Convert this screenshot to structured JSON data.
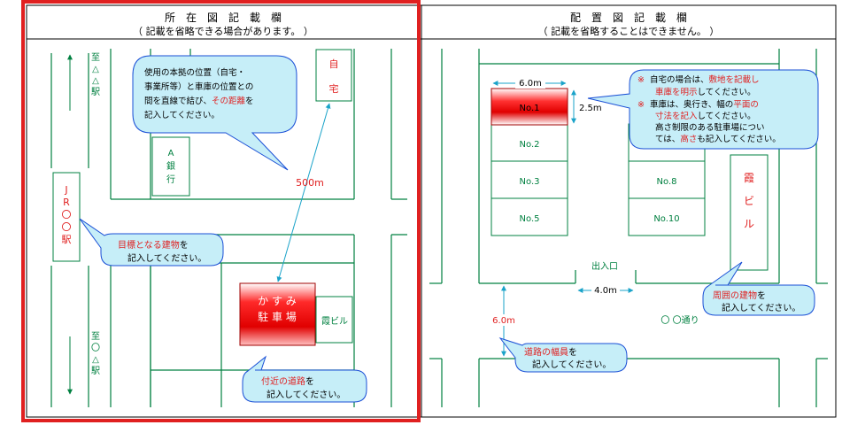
{
  "left_panel": {
    "title": "所　在　図　記　載　欄",
    "subtitle": "（ 記載を省略できる場合があります。 ）",
    "station_top": [
      "至",
      "△",
      "△",
      "駅"
    ],
    "station_bottom": [
      "至",
      "〇",
      "△",
      "駅"
    ],
    "jr_station": [
      "J",
      "R",
      "〇",
      "〇",
      "駅"
    ],
    "bank": [
      "A",
      "銀",
      "行"
    ],
    "home": [
      "自",
      "宅"
    ],
    "distance": "500m",
    "parking": [
      "か す み",
      "駐 車 場"
    ],
    "building": "霞ビル",
    "callout_main": {
      "line1": "使用の本拠の位置（自宅・",
      "line2": "事業所等）と車庫の位置との",
      "line3": "間を直線で結び、",
      "line3_red": "その距離",
      "line3_tail": "を",
      "line4": "記入してください。"
    },
    "callout_landmark": {
      "red": "目標となる建物",
      "tail": "を",
      "line2": "記入してください。"
    },
    "callout_road": {
      "red": "付近の道路",
      "tail": "を",
      "line2": "記入してください。"
    }
  },
  "right_panel": {
    "title": "配　置　図　記　載　欄",
    "subtitle": "（ 記載を省略することはできません。 ）",
    "width_dim": "6.0m",
    "depth_dim": "2.5m",
    "slots_left": [
      "No.1",
      "No.2",
      "No.3",
      "No.5"
    ],
    "slots_right": [
      "No.8",
      "No.10"
    ],
    "building": [
      "霞",
      "ビ",
      "ル"
    ],
    "entrance": "出入口",
    "entrance_width": "4.0m",
    "road_width": "6.0m",
    "street": "〇 〇通り",
    "callout_home": {
      "mark1": "※",
      "l1a": "自宅の場合は、",
      "l1red": "敷地を記載し",
      "l2red": "車庫を明示",
      "l2tail": "してください。",
      "mark2": "※",
      "l3": "車庫は、奥行き、幅の",
      "l3red": "平面の",
      "l4red": "寸法を記入",
      "l4tail": "してください。",
      "l5": "高さ制限のある駐車場につい",
      "l6a": "ては、",
      "l6red": "高さ",
      "l6tail": "も記入してください。"
    },
    "callout_surround": {
      "red": "周囲の建物",
      "tail": "を",
      "line2": "記入してください。"
    },
    "callout_roadwidth": {
      "red": "道路の幅員",
      "tail": "を",
      "line2": "記入してください。"
    }
  },
  "colors": {
    "road": "#008040",
    "callout_fill": "#c6eef8",
    "callout_stroke": "#1a4fd6",
    "dimension": "#1aa3c9",
    "alert": "#e02020",
    "highlight": "#e02020"
  }
}
